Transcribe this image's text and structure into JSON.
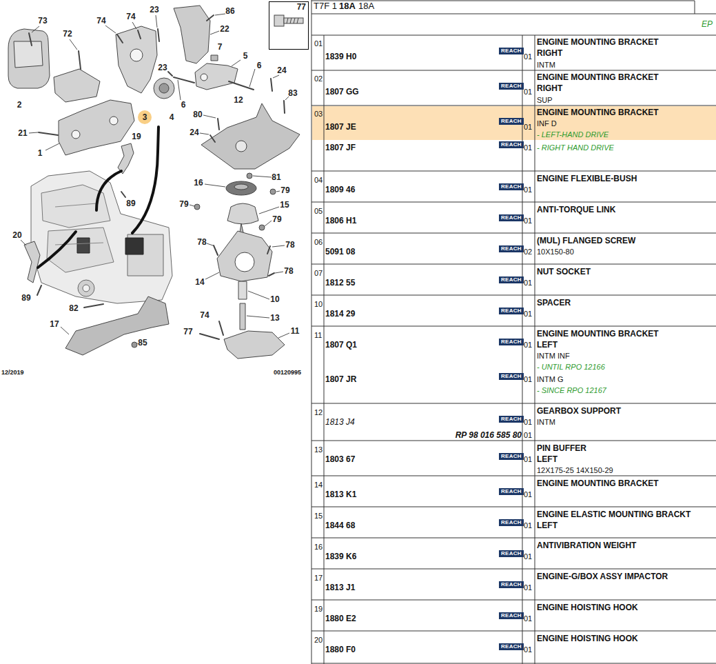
{
  "diagram": {
    "nodes": [
      {
        "text": [
          "77"
        ]
      }
    ],
    "labels": [
      "73",
      "74",
      "74",
      "23",
      "86",
      "72",
      "22",
      "7",
      "5",
      "23",
      "6",
      "24",
      "2",
      "6",
      "83",
      "12",
      "3",
      "4",
      "80",
      "24",
      "21",
      "19",
      "1",
      "81",
      "16",
      "79",
      "89",
      "15",
      "79",
      "79",
      "20",
      "78",
      "78",
      "14",
      "78",
      "10",
      "89",
      "82",
      "13",
      "74",
      "11",
      "77",
      "17",
      "85",
      "12/2019",
      "00120995",
      "T7F 1",
      "18A",
      "18A",
      "EP",
      "01",
      "1839 H0",
      "REACH",
      "01",
      "ENGINE MOUNTING BRACKET",
      "RIGHT",
      "INTM",
      "02",
      "1807 GG",
      "REACH",
      "01",
      "ENGINE MOUNTING BRACKET",
      "RIGHT",
      "SUP",
      "03",
      "1807 JE",
      "REACH",
      "01",
      "ENGINE MOUNTING BRACKET",
      "INF D",
      "- LEFT-HAND DRIVE",
      "1807 JF",
      "REACH",
      "01",
      "- RIGHT HAND DRIVE",
      "04",
      "1809 46",
      "REACH",
      "01",
      "ENGINE FLEXIBLE-BUSH",
      "05",
      "1806 H1",
      "REACH",
      "01",
      "ANTI-TORQUE LINK",
      "06",
      "5091 08",
      "REACH",
      "02",
      "(MUL) FLANGED SCREW",
      "10X150-80",
      "07",
      "1812 55",
      "REACH",
      "01",
      "NUT SOCKET",
      "10",
      "1814 29",
      "REACH",
      "01",
      "SPACER",
      "11",
      "1807 Q1",
      "REACH",
      "01",
      "ENGINE MOUNTING BRACKET",
      "LEFT",
      "INTM INF",
      "- UNTIL RPO 12166",
      "1807 JR",
      "REACH",
      "01",
      "INTM G",
      "- SINCE RPO 12167",
      "12",
      "1813 J4",
      "REACH",
      "01",
      "RP 98 016 585 80",
      "01",
      "GEARBOX SUPPORT",
      "INTM",
      "13",
      "1803 67",
      "REACH",
      "01",
      "PIN BUFFER",
      "LEFT",
      "12X175-25 14X150-29",
      "14",
      "1813 K1",
      "REACH",
      "01",
      "ENGINE MOUNTING BRACKET",
      "15",
      "1844 68",
      "REACH",
      "01",
      "ENGINE ELASTIC MOUNTING BRACKT",
      "LEFT",
      "16",
      "1839 K6",
      "REACH",
      "01",
      "ANTIVIBRATION WEIGHT",
      "17",
      "1813 J1",
      "REACH",
      "01",
      "ENGINE-G/BOX ASSY IMPACTOR",
      "19",
      "1880 E2",
      "REACH",
      "01",
      "ENGINE HOISTING HOOK",
      "20",
      "1880 F0",
      "REACH",
      "01",
      "ENGINE HOISTING HOOK"
    ]
  }
}
